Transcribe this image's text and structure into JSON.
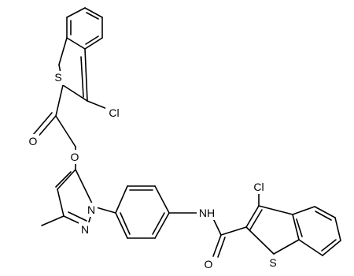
{
  "atom_labels": {
    "s1": "S",
    "cl1": "Cl",
    "o1": "O",
    "o2": "O",
    "n1": "N",
    "n2": "N",
    "nh": "NH",
    "cl2": "Cl",
    "o3": "O",
    "s2": "S"
  },
  "colors": {
    "bond": "#000000",
    "label": "#000000",
    "background": "#ffffff"
  }
}
